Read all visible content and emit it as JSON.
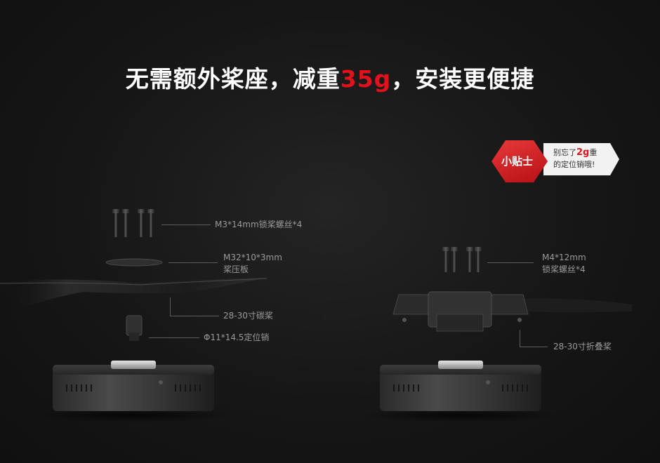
{
  "headline": {
    "part1": "无需额外桨座，减重",
    "accent": "35g",
    "part2": "，安装更便捷"
  },
  "tip": {
    "title": "小贴士",
    "line1_pre": "别忘了",
    "line1_accent": "2g",
    "line1_post": "重",
    "line2": "的定位销哦!"
  },
  "left_callouts": {
    "screws": "M3*14mm锁桨螺丝*4",
    "plate_line1": "M32*10*3mm",
    "plate_line2": "桨压板",
    "prop": "28-30寸碳桨",
    "pin": "Φ11*14.5定位销"
  },
  "right_callouts": {
    "screws_line1": "M4*12mm",
    "screws_line2": "锁桨螺丝*4",
    "prop": "28-30寸折叠桨"
  },
  "colors": {
    "accent": "#e0121b",
    "background": "#141414"
  }
}
